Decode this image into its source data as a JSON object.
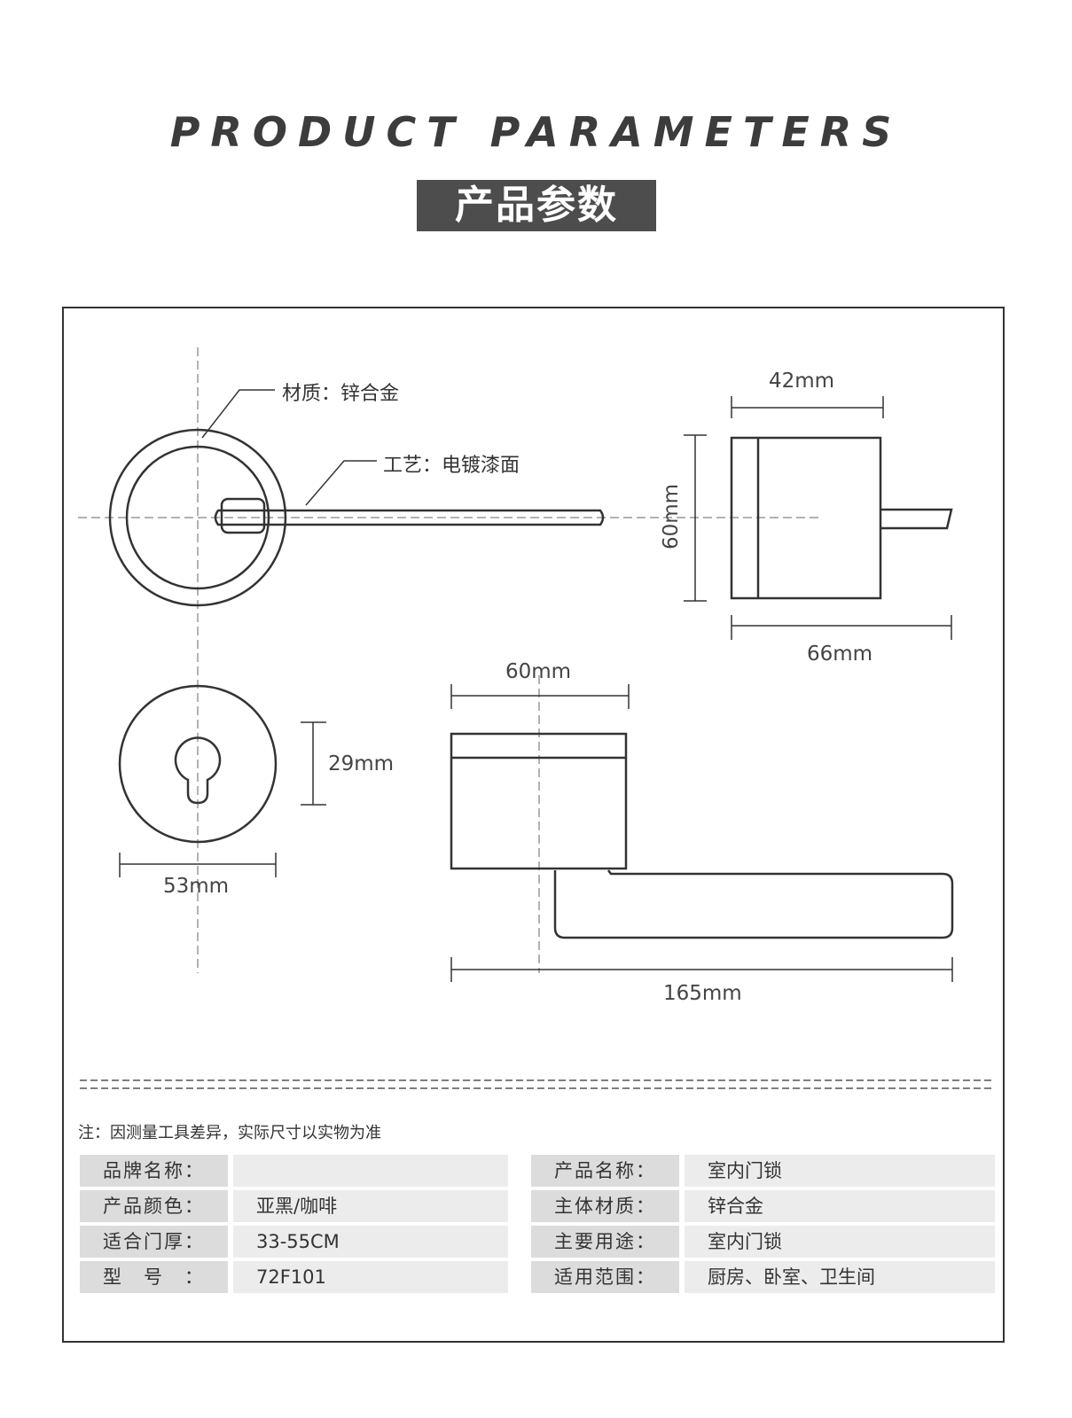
{
  "header": {
    "title_en": "PRODUCT PARAMETERS",
    "title_cn": "产品参数"
  },
  "drawing": {
    "callouts": {
      "material": "材质：锌合金",
      "process": "工艺：电镀漆面"
    },
    "dimensions": {
      "side_width": "42mm",
      "side_height": "60mm",
      "side_length": "66mm",
      "top_width": "60mm",
      "rose_height": "29mm",
      "rose_diameter": "53mm",
      "overall_length": "165mm"
    }
  },
  "note": "注：因测量工具差异，实际尺寸以实物为准",
  "specs": {
    "left": [
      {
        "key": "品牌名称：",
        "value": ""
      },
      {
        "key": "产品颜色：",
        "value": "亚黑/咖啡"
      },
      {
        "key": "适合门厚：",
        "value": "33-55CM"
      },
      {
        "key": "型　号　：",
        "value": "72F101"
      }
    ],
    "right": [
      {
        "key": "产品名称：",
        "value": "室内门锁"
      },
      {
        "key": "主体材质：",
        "value": "锌合金"
      },
      {
        "key": "主要用途：",
        "value": "室内门锁"
      },
      {
        "key": "适用范围：",
        "value": "厨房、卧室、卫生间"
      }
    ]
  },
  "colors": {
    "line": "#333333",
    "header_box": "#4d4d4d",
    "key_cell": "#dcdcdc",
    "value_cell": "#ececec"
  }
}
